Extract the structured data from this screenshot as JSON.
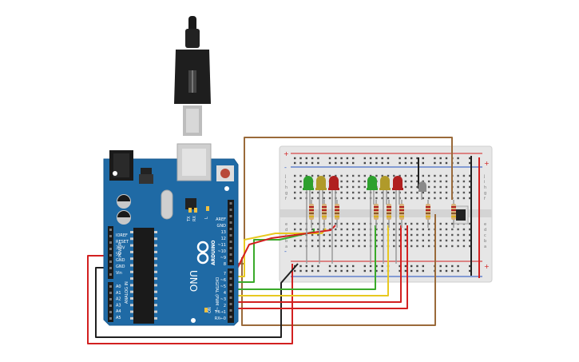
{
  "arduino": {
    "brand": "ARDUINO",
    "model": "UNO",
    "power_header_label": "POWER",
    "analog_header_label": "ANALOG IN",
    "digital_header_label": "DIGITAL (PWM ~)",
    "on_label": "ON",
    "l_label": "L",
    "tx_label": "TX",
    "rx_label": "RX",
    "power_pins": [
      "IOREF",
      "RESET",
      "3.3V",
      "5V",
      "GND",
      "GND",
      "Vin"
    ],
    "analog_pins": [
      "A0",
      "A1",
      "A2",
      "A3",
      "A4",
      "A5"
    ],
    "digital_top_pins": [
      "AREF",
      "GND",
      "13",
      "12",
      "~11",
      "~10",
      "~9",
      "8"
    ],
    "digital_bottom_pins": [
      "7",
      "~6",
      "~5",
      "4",
      "~3",
      "2",
      "TX→1",
      "RX←0"
    ]
  },
  "breadboard": {
    "row_letters_top": [
      "j",
      "i",
      "h",
      "g",
      "f"
    ],
    "row_letters_bottom": [
      "e",
      "d",
      "c",
      "b",
      "a"
    ],
    "rail_plus": "+",
    "rail_minus": "-"
  },
  "components": {
    "leds_group1": [
      "#2ea02e",
      "#b09a2a",
      "#b02020"
    ],
    "leds_group2": [
      "#2ea02e",
      "#b09a2a",
      "#b02020"
    ],
    "pedestrian_led": "#8a8a8a",
    "wire_colors": {
      "brown": "#9a6a3a",
      "red": "#d22020",
      "black": "#202020",
      "green": "#3aaa2a",
      "yellow": "#e8c820"
    }
  }
}
